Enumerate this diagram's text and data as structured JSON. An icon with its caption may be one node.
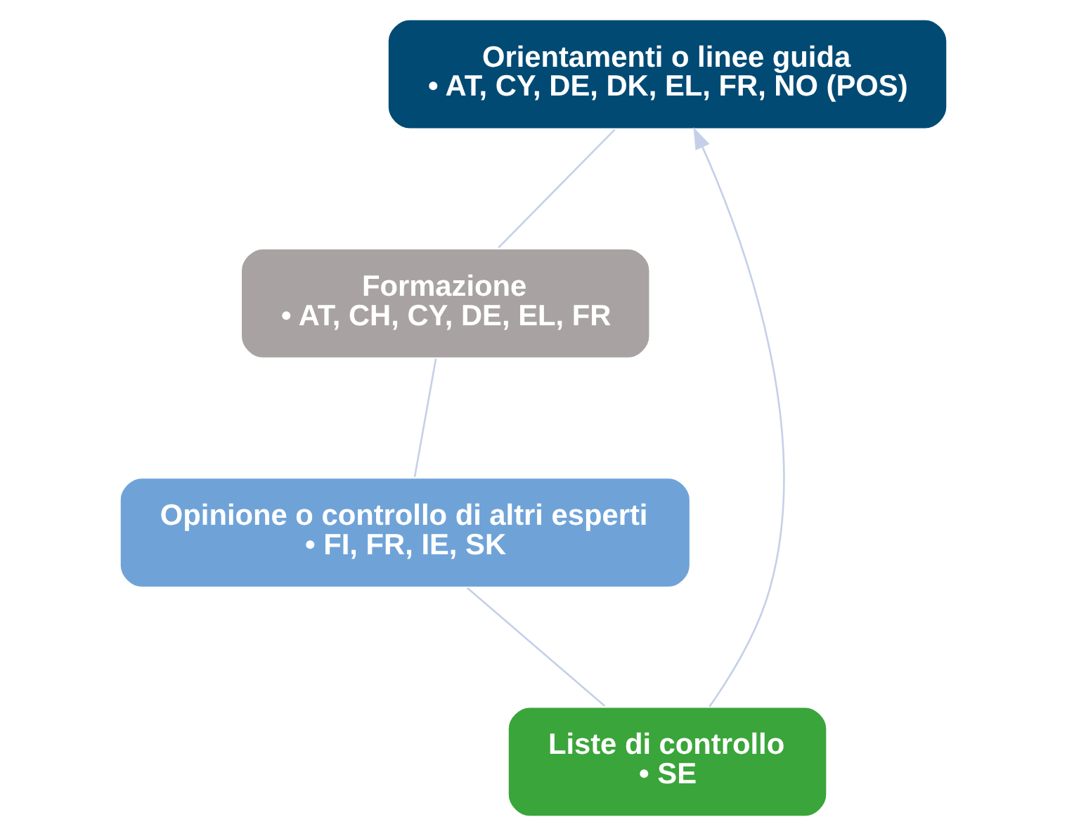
{
  "diagram": {
    "nodes": [
      {
        "text": [
          "Orientamenti o linee guida",
          "• AT, CY, DE, DK, EL, FR, NO (POS)"
        ]
      },
      {
        "text": [
          "Liste di controllo",
          "• SE"
        ]
      },
      {
        "text": [
          "Formazione",
          "• AT, CH, CY, DE, EL, FR"
        ]
      },
      {
        "text": [
          "Opinione o controllo di altri esperti",
          "• FI, FR, IE, SK"
        ]
      }
    ],
    "edges": [
      {
        "from": 0,
        "to": 2,
        "arrow": "none"
      },
      {
        "from": 2,
        "to": 3,
        "arrow": "none"
      },
      {
        "from": 3,
        "to": 1,
        "arrow": "none"
      },
      {
        "from": 1,
        "to": 0,
        "arrow": "to"
      }
    ]
  }
}
